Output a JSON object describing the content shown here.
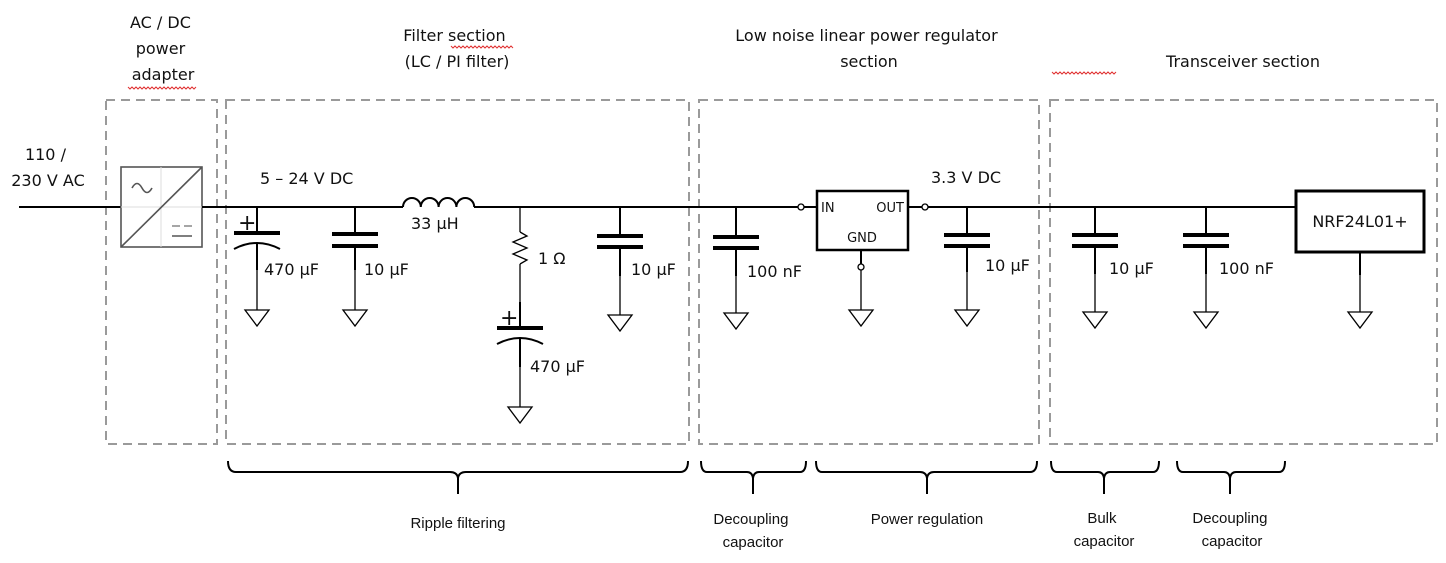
{
  "diagram": {
    "sections": {
      "acdc": {
        "title_lines": [
          "AC / DC",
          "power",
          "adapter"
        ]
      },
      "filter": {
        "title_lines": [
          "Filter section",
          "(LC / PI filter)"
        ]
      },
      "regulator": {
        "title_lines": [
          "Low noise linear power regulator",
          "section"
        ]
      },
      "transceiver": {
        "title_lines": [
          "Transceiver section"
        ]
      }
    },
    "input": {
      "label_lines": [
        "110 /",
        "230 V AC"
      ]
    },
    "rails": {
      "dc_in": "5 – 24 V DC",
      "dc_out": "3.3 V DC"
    },
    "components": {
      "c1": {
        "type": "electrolytic capacitor",
        "value": "470 µF",
        "polarity": "+"
      },
      "c2": {
        "type": "capacitor",
        "value": "10 µF"
      },
      "l1": {
        "type": "inductor",
        "value": "33 µH"
      },
      "r1": {
        "type": "resistor",
        "value": "1 Ω"
      },
      "c3": {
        "type": "electrolytic capacitor",
        "value": "470 µF",
        "polarity": "+"
      },
      "c4": {
        "type": "capacitor",
        "value": "10 µF"
      },
      "c5": {
        "type": "capacitor",
        "value": "100 nF"
      },
      "reg": {
        "type": "linear regulator",
        "pins": {
          "in": "IN",
          "out": "OUT",
          "gnd": "GND"
        }
      },
      "c6": {
        "type": "capacitor",
        "value": "10 µF"
      },
      "c7": {
        "type": "capacitor",
        "value": "10 µF"
      },
      "c8": {
        "type": "capacitor",
        "value": "100 nF"
      },
      "module": {
        "type": "transceiver",
        "label": "NRF24L01+"
      }
    },
    "braces": [
      {
        "label_lines": [
          "Ripple filtering"
        ]
      },
      {
        "label_lines": [
          "Decoupling",
          "capacitor"
        ]
      },
      {
        "label_lines": [
          "Power regulation"
        ]
      },
      {
        "label_lines": [
          "Bulk",
          "capacitor"
        ]
      },
      {
        "label_lines": [
          "Decoupling",
          "capacitor"
        ]
      }
    ]
  }
}
